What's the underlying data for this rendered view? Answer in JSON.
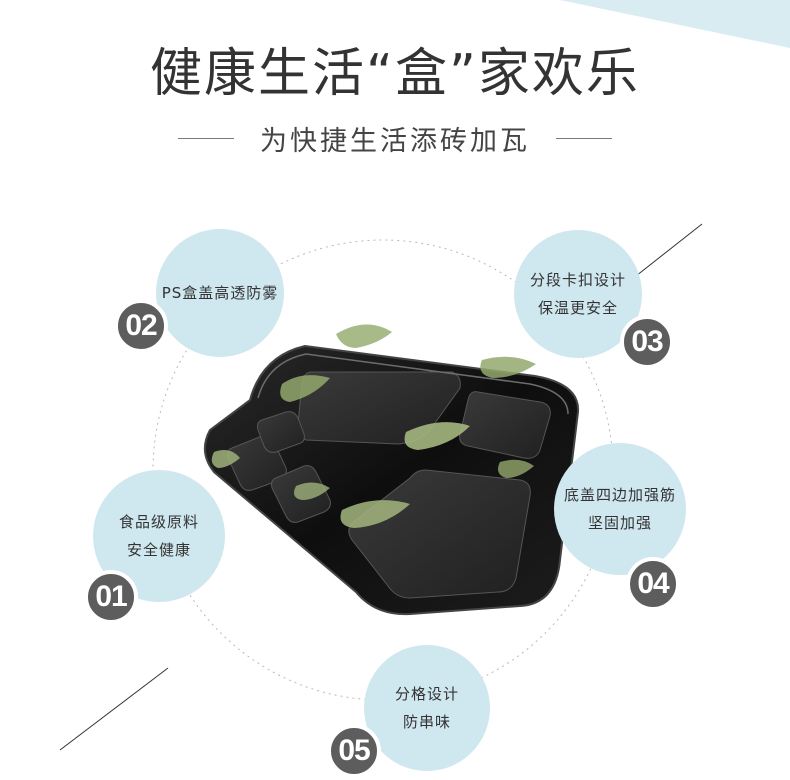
{
  "header": {
    "title": "健康生活“盒”家欢乐",
    "subtitle": "为快捷生活添砖加瓦"
  },
  "colors": {
    "bubble": "#cfe7ef",
    "badge": "#5d5d5d",
    "accent_corner": "#cfe7ef",
    "tray_body": "#141414",
    "tray_pattern": "#9fb27a"
  },
  "features": [
    {
      "number": "01",
      "lines": [
        "食品级原料",
        "安全健康"
      ]
    },
    {
      "number": "02",
      "lines": [
        "PS盒盖高透防雾"
      ]
    },
    {
      "number": "03",
      "lines": [
        "分段卡扣设计",
        "保温更安全"
      ]
    },
    {
      "number": "04",
      "lines": [
        "底盖四边加强筋",
        "坚固加强"
      ]
    },
    {
      "number": "05",
      "lines": [
        "分格设计",
        "防串味"
      ]
    }
  ]
}
